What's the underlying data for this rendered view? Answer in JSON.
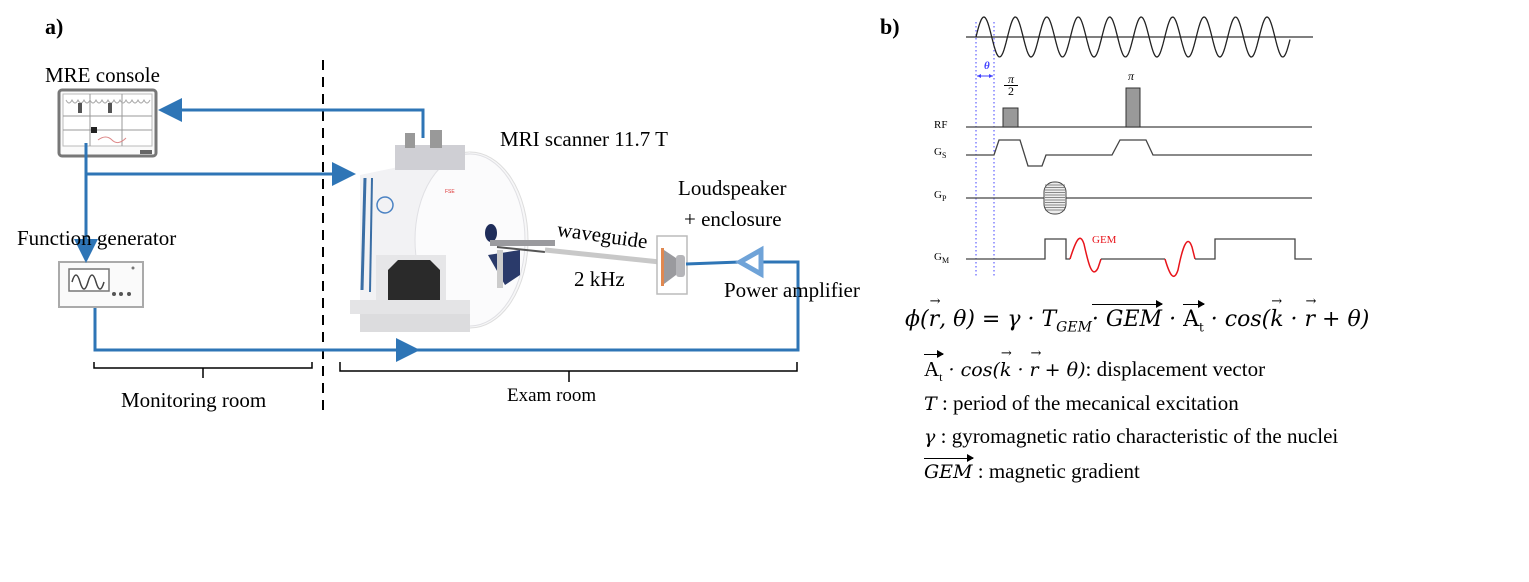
{
  "panel_a": {
    "label": "a)",
    "labels": {
      "mre_console": "MRE console",
      "function_generator": "Function generator",
      "mri_scanner": "MRI scanner 11.7 T",
      "loudspeaker": "Loudspeaker",
      "enclosure": "+ enclosure",
      "waveguide": "waveguide",
      "frequency": "2 kHz",
      "power_amplifier": "Power amplifier",
      "monitoring_room": "Monitoring room",
      "exam_room": "Exam room"
    },
    "icons": [
      "oscilloscope-console-icon",
      "function-generator-icon",
      "mri-scanner-image",
      "loudspeaker-icon",
      "amplifier-triangle-icon"
    ],
    "colors": {
      "signal_line": "#2e75b6",
      "amplifier": "#6fa3d8",
      "divider": "#000000"
    }
  },
  "panel_b": {
    "label": "b)",
    "sequence_rows": {
      "rf": "RF",
      "gs_main": "G",
      "gs_sub": "S",
      "gp_main": "G",
      "gp_sub": "P",
      "gm_main": "G",
      "gm_sub": "M"
    },
    "theta_label": "θ",
    "pulse_labels": {
      "ninety_num": "π",
      "ninety_den": "2",
      "one_eighty": "π"
    },
    "gem_label": "GEM",
    "mechanical_wave_cycles": 10,
    "colors": {
      "gem": "#e8141b",
      "theta_guides": "#4040ff",
      "pulse_fill": "#999999",
      "trace": "#333333"
    },
    "equation": {
      "lhs": "ϕ(r, θ)",
      "rhs_parts": [
        "= γ · T",
        "GEM",
        " · GEM",
        " · A",
        "t",
        " · cos(k · r + θ)"
      ]
    },
    "legend": [
      {
        "symbol": "A",
        "symbol_sub": "t",
        "math": " · cos(k · r + θ)",
        "text": ": displacement vector"
      },
      {
        "symbol": "T",
        "text": " : period of the mecanical excitation"
      },
      {
        "symbol": "γ",
        "text": " : gyromagnetic ratio characteristic of the nuclei"
      },
      {
        "symbol": "GEM",
        "text": " : magnetic gradient"
      }
    ]
  }
}
